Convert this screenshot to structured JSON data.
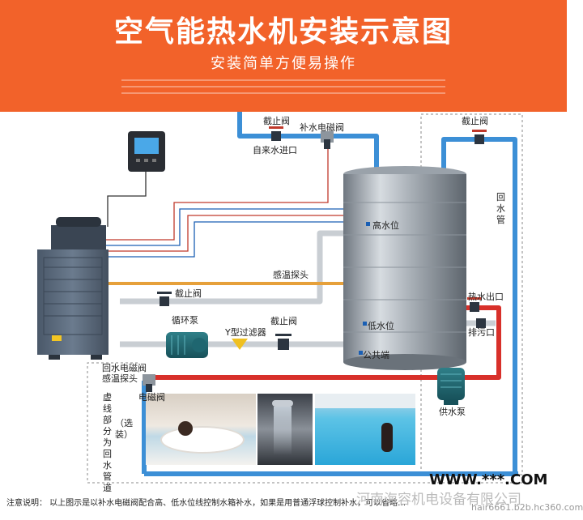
{
  "header": {
    "title": "空气能热水机安装示意图",
    "subtitle": "安装简单方便易操作"
  },
  "labels": {
    "shutoff_valve_top": "截止阀",
    "refill_solenoid_valve": "补水电磁阀",
    "tap_water_inlet": "自来水进口",
    "shutoff_valve_right": "截止阀",
    "return_pipe": "回水管",
    "high_water_level": "高水位",
    "temp_probe": "感温探头",
    "shutoff_valve_mid": "截止阀",
    "circulation_pump": "循环泵",
    "y_filter": "Y型过滤器",
    "shutoff_valve_low": "截止阀",
    "low_water_level": "低水位",
    "common_terminal": "公共端",
    "hot_water_outlet": "热水出口",
    "drain_outlet": "排污口",
    "return_solenoid_temp_probe": "回水电磁阀 感温探头",
    "solenoid_valve": "电磁阀",
    "supply_pump": "供水泵",
    "dashed_note": "虚线部分为回水管道",
    "optional": "（选装）"
  },
  "footer": {
    "note": "注意说明：  以上图示是以补水电磁阀配合高、低水位线控制水箱补水，如果是用普通浮球控制补水，可以省略…",
    "watermark_company": "河南海容机电设备有限公司",
    "watermark_site": "hair6661.b2b.hc360.com",
    "watermark_www": "WWW.***.COM"
  },
  "colors": {
    "banner": "#f2622a",
    "cold_pipe": "#3c8fd6",
    "hot_pipe": "#d8302a",
    "pipe_gray": "#c9ced3",
    "tank": "#9aa2aa",
    "unit": "#5a6a7e"
  }
}
